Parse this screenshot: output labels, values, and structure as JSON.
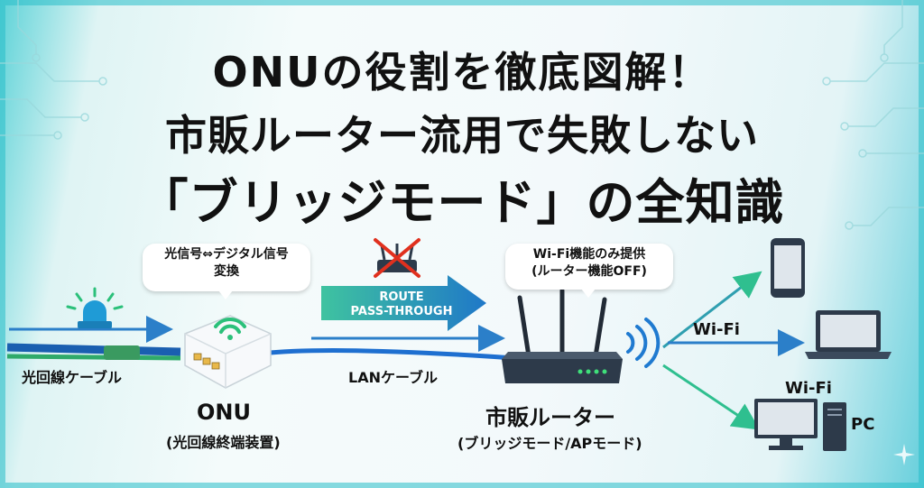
{
  "title": {
    "line1": "ONUの役割を徹底図解！",
    "line2": "市販ルーター流用で失敗しない",
    "line3": "「ブリッジモード」の全知識"
  },
  "bubbles": {
    "onu_line1": "光信号⇔デジタル信号",
    "onu_line2": "変換",
    "router_line1": "Wi-Fi機能のみ提供",
    "router_line2": "(ルーター機能OFF)"
  },
  "route": {
    "line1": "ROUTE",
    "line2": "PASS-THROUGH"
  },
  "labels": {
    "fiber_cable": "光回線ケーブル",
    "lan_cable": "LANケーブル",
    "onu": "ONU",
    "onu_sub": "(光回線終端装置)",
    "router": "市販ルーター",
    "router_sub": "(ブリッジモード/APモード)",
    "wifi_top": "Wi-Fi",
    "wifi_bottom": "Wi-Fi",
    "pc": "PC"
  },
  "colors": {
    "accent": "#1a9fb4",
    "arrow_blue": "#2b7fc9",
    "arrow_green": "#2fbf8f",
    "cross_red": "#e0301e",
    "signal_green": "#2bc07a"
  },
  "icons": [
    "signal-lamp-icon",
    "wifi-icon",
    "router-icon",
    "crossed-router-icon",
    "smartphone-icon",
    "laptop-icon",
    "desktop-pc-icon",
    "sparkle-icon"
  ]
}
